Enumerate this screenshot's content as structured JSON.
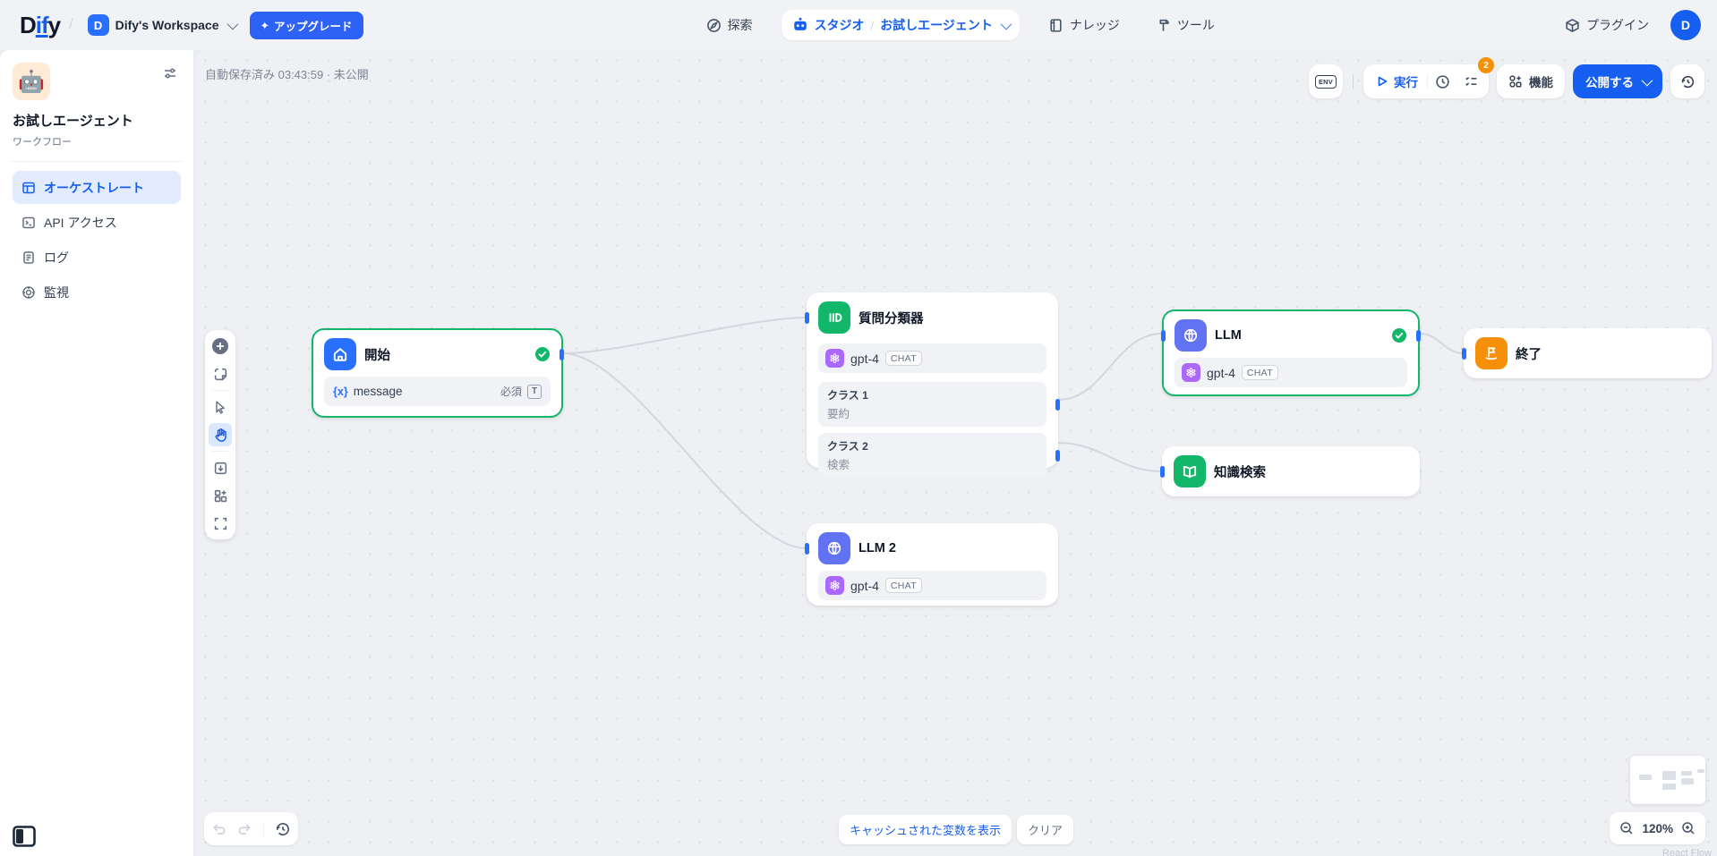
{
  "colors": {
    "accent": "#155eef",
    "node_start": "#2970ff",
    "node_llm": "#6172f3",
    "node_classifier": "#12b76a",
    "node_knowledge": "#12b76a",
    "node_end": "#f79009",
    "selected_border": "#12b76a",
    "notification_badge": "#f79009",
    "openai_brand": "#ab68ff"
  },
  "header": {
    "logo_d": "D",
    "logo_if": "if",
    "logo_y": "y",
    "workspace": {
      "initial": "D",
      "name": "Dify's Workspace"
    },
    "upgrade": "アップグレード",
    "explore": "探索",
    "studio": "スタジオ",
    "current_app": "お試しエージェント",
    "knowledge": "ナレッジ",
    "tools": "ツール",
    "plugins": "プラグイン",
    "avatar": "D"
  },
  "sidebar": {
    "app_emoji": "🤖",
    "app_title": "お試しエージェント",
    "app_type": "ワークフロー",
    "items": [
      {
        "label": "オーケストレート"
      },
      {
        "label": "API アクセス"
      },
      {
        "label": "ログ"
      },
      {
        "label": "監視"
      }
    ]
  },
  "canvas": {
    "autosave": "自動保存済み 03:43:59 · 未公開",
    "env": "ENV",
    "run": "実行",
    "todo_badge": "2",
    "features": "機能",
    "publish": "公開する",
    "show_cached": "キャッシュされた変数を表示",
    "clear": "クリア",
    "zoom": "120%",
    "attribution": "React Flow"
  },
  "nodes": {
    "start": {
      "title": "開始",
      "variable": "message",
      "variable_prefix": "{x}",
      "required": "必須"
    },
    "classifier": {
      "title": "質問分類器",
      "model": "gpt-4",
      "mode": "CHAT",
      "classes": [
        {
          "label": "クラス 1",
          "value": "要約"
        },
        {
          "label": "クラス 2",
          "value": "検索"
        }
      ]
    },
    "llm": {
      "title": "LLM",
      "model": "gpt-4",
      "mode": "CHAT"
    },
    "knowledge": {
      "title": "知識検索"
    },
    "llm2": {
      "title": "LLM 2",
      "model": "gpt-4",
      "mode": "CHAT"
    },
    "end": {
      "title": "終了"
    }
  }
}
